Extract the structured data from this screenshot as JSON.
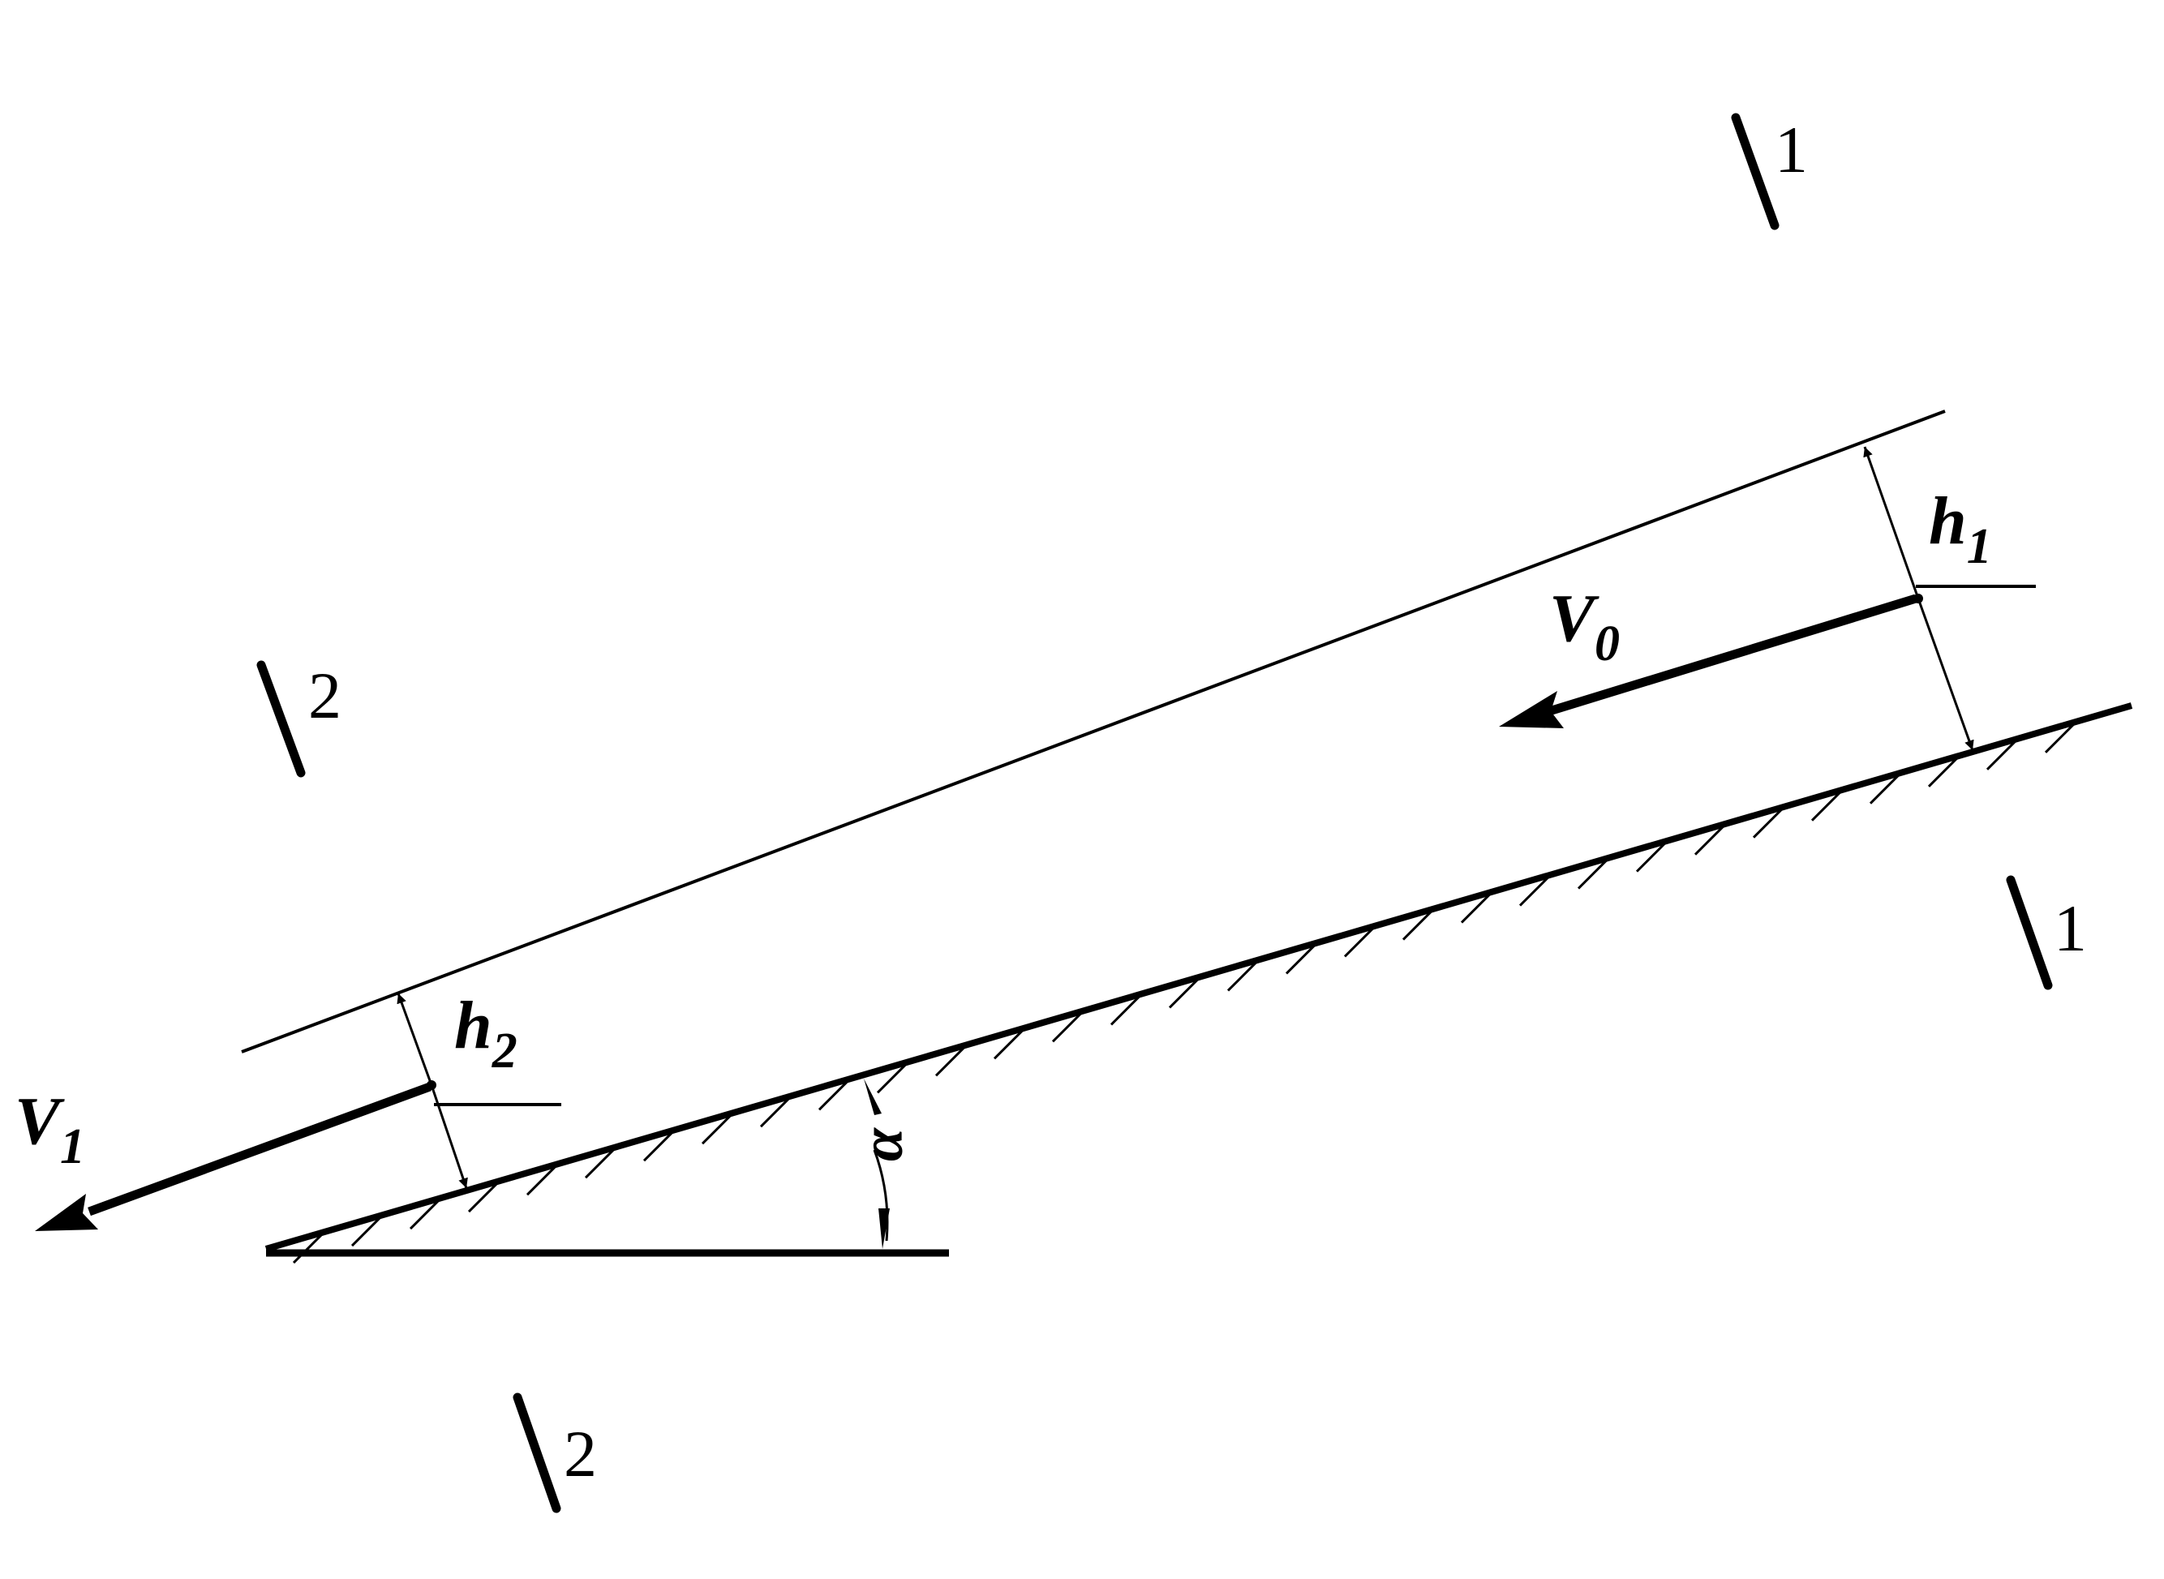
{
  "colors": {
    "ink": "#000000",
    "background": "#ffffff"
  },
  "labels": {
    "velocity_start": {
      "main": "V",
      "sub": "0"
    },
    "velocity_end": {
      "main": "V",
      "sub": "1"
    },
    "depth_start": {
      "main": "h",
      "sub": "1"
    },
    "depth_end": {
      "main": "h",
      "sub": "2"
    },
    "angle": "α"
  },
  "sections": [
    {
      "label": "1"
    },
    {
      "label": "1"
    },
    {
      "label": "2"
    },
    {
      "label": "2"
    }
  ]
}
